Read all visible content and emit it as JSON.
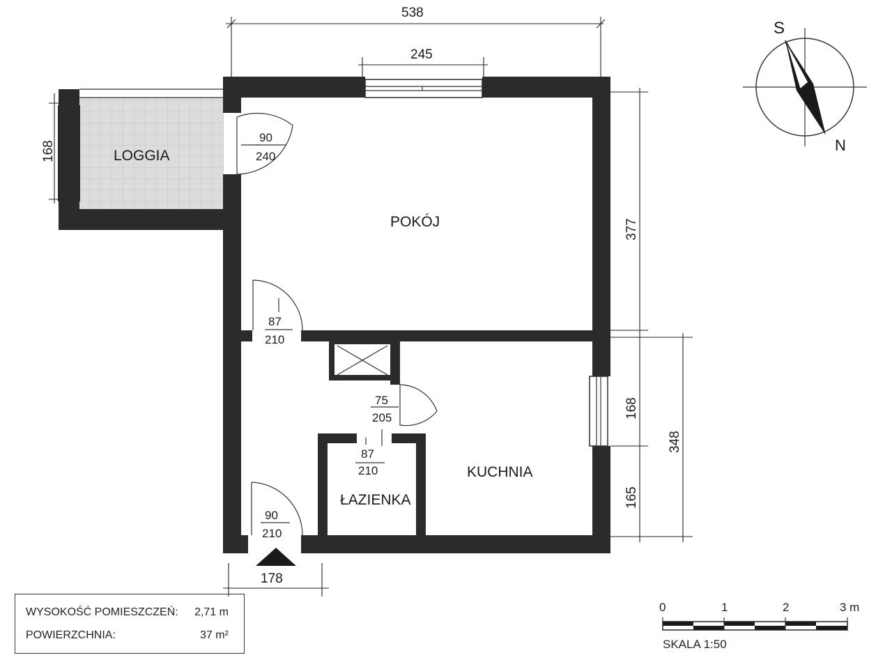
{
  "rooms": {
    "loggia": "LOGGIA",
    "pokoj": "POKÓJ",
    "kuchnia": "KUCHNIA",
    "lazienka": "ŁAZIENKA"
  },
  "dimensions": {
    "top_width": "538",
    "window_top": "245",
    "loggia_height": "168",
    "right_pokoj": "377",
    "right_kitchen_window": "168",
    "right_kitchen_lower": "165",
    "right_kitchen_total": "348",
    "bottom_entry": "178"
  },
  "doors": {
    "loggia_door": {
      "width": "90",
      "height": "240"
    },
    "pokoj_door": {
      "width": "87",
      "height": "210"
    },
    "kitchen_door": {
      "width": "75",
      "height": "205"
    },
    "bath_door": {
      "width": "87",
      "height": "210"
    },
    "entry_door": {
      "width": "90",
      "height": "210"
    }
  },
  "compass": {
    "south": "S",
    "north": "N"
  },
  "info": {
    "height_label": "WYSOKOŚĆ POMIESZCZEŃ:",
    "height_value": "2,71 m",
    "area_label": "POWIERZCHNIA:",
    "area_value": "37 m²"
  },
  "scale": {
    "ticks": [
      "0",
      "1",
      "2",
      "3 m"
    ],
    "label": "SKALA 1:50"
  },
  "colors": {
    "wall": "#2b2b2b",
    "loggia_fill": "#dcdcdc",
    "background": "#ffffff"
  }
}
